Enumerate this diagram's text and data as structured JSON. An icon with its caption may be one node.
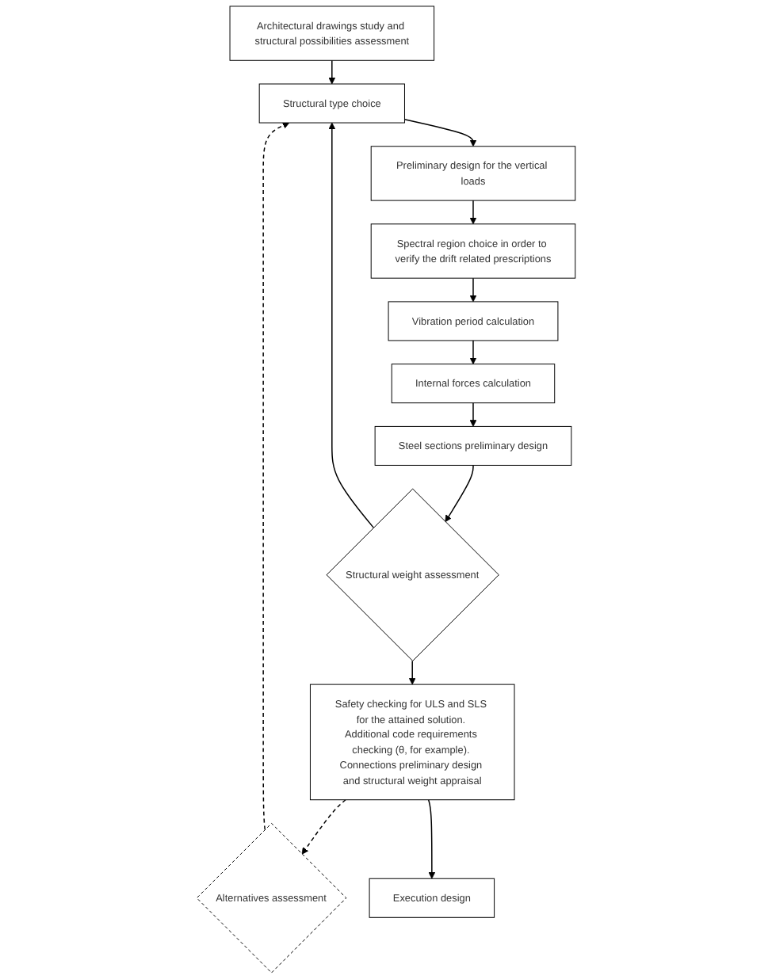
{
  "diagram": {
    "nodes": [
      {
        "text": [
          "Architectural drawings study and structural possibilities assessment"
        ]
      },
      {
        "text": [
          "Structural type choice"
        ]
      },
      {
        "text": [
          "Preliminary design for the vertical loads"
        ]
      },
      {
        "text": [
          "Spectral region choice in order to verify the drift related prescriptions"
        ]
      },
      {
        "text": [
          "Vibration period calculation"
        ]
      },
      {
        "text": [
          "Internal forces calculation"
        ]
      },
      {
        "text": [
          "Steel sections preliminary design"
        ]
      },
      {
        "text": [
          "Structural weight assessment"
        ]
      },
      {
        "text": [
          "Safety checking for ULS and SLS for the attained solution. Additional code requirements checking (θ, for example). Connections preliminary design and structural weight appraisal"
        ]
      },
      {
        "text": [
          "Alternatives assessment"
        ]
      },
      {
        "text": [
          "Execution design"
        ]
      }
    ],
    "edges": [
      {
        "from": 0,
        "to": 1,
        "arrow": "to"
      },
      {
        "from": 1,
        "to": 2,
        "arrow": "to"
      },
      {
        "from": 2,
        "to": 3,
        "arrow": "to"
      },
      {
        "from": 3,
        "to": 4,
        "arrow": "to"
      },
      {
        "from": 4,
        "to": 5,
        "arrow": "to"
      },
      {
        "from": 5,
        "to": 6,
        "arrow": "to"
      },
      {
        "from": 6,
        "to": 7,
        "arrow": "to"
      },
      {
        "from": 7,
        "to": 1,
        "arrow": "to"
      },
      {
        "from": 7,
        "to": 8,
        "arrow": "to"
      },
      {
        "from": 8,
        "to": 9,
        "arrow": "to",
        "style": "dashed"
      },
      {
        "from": 9,
        "to": 1,
        "arrow": "to",
        "style": "dashed"
      },
      {
        "from": 8,
        "to": 10,
        "arrow": "to"
      }
    ]
  }
}
